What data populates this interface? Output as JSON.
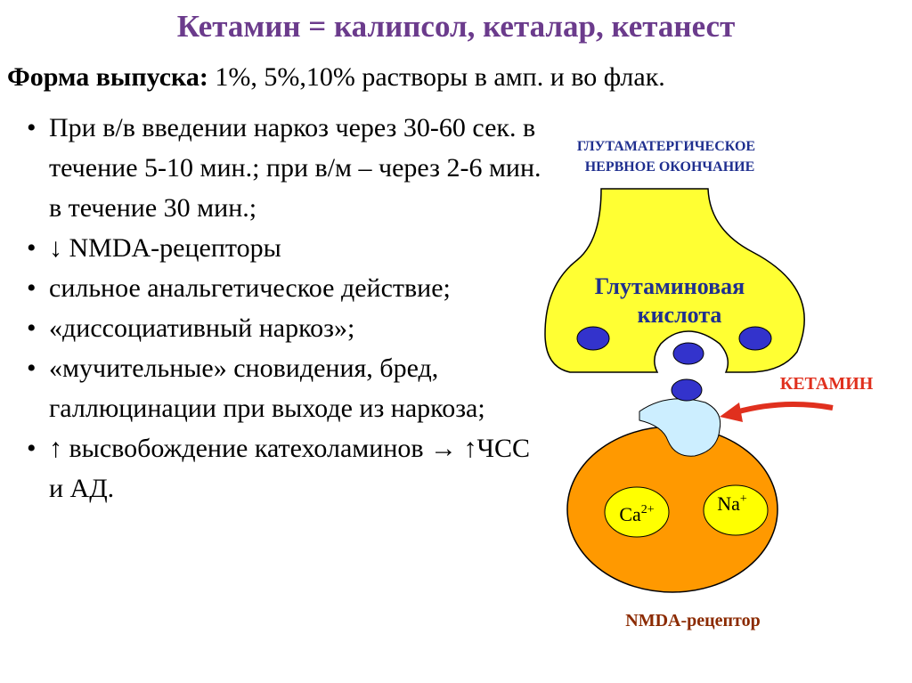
{
  "title": "Кетамин = калипсол, кеталар, кетанест",
  "release": {
    "label": "Форма выпуска:",
    "text": " 1%, 5%,10% растворы в амп. и во флак."
  },
  "bullets": [
    {
      "marker": "•",
      "text": "При в/в введении наркоз через 30-60 сек. в течение 5-10 мин.; при в/м – через 2-6 мин. в течение 30 мин.;"
    },
    {
      "marker": "•",
      "text": "↓ NMDA-рецепторы"
    },
    {
      "marker": "•",
      "text": "сильное анальгетическое действие;"
    },
    {
      "marker": "•",
      "text": "«диссоциативный наркоз»;"
    },
    {
      "marker": "•",
      "text": "«мучительные» сновидения, бред, галлюцинации при выходе из наркоза;"
    },
    {
      "marker": "•",
      "text": "↑ высвобождение катехоламинов → ↑ЧСС и АД."
    }
  ],
  "diagram": {
    "nerve_ending_line1": "ГЛУТАМАТЕРГИЧЕСКОЕ",
    "nerve_ending_line2": "НЕРВНОЕ ОКОНЧАНИЕ",
    "glutamate_line1": "Глутаминовая",
    "glutamate_line2": "кислота",
    "ketamine": "КЕТАМИН",
    "ca": "Ca",
    "ca_sup": "2+",
    "na": "Na",
    "na_sup": "+",
    "receptor": "NMDA-рецептор",
    "colors": {
      "terminal_fill": "#ffff33",
      "receptor_fill": "#ff9900",
      "vesicle_fill": "#3333cc",
      "binding_site": "#cceeff",
      "ion_fill": "#ffff00",
      "label_blue": "#1f2f8f",
      "label_red": "#e0301e",
      "label_brown": "#8b2a00"
    }
  }
}
